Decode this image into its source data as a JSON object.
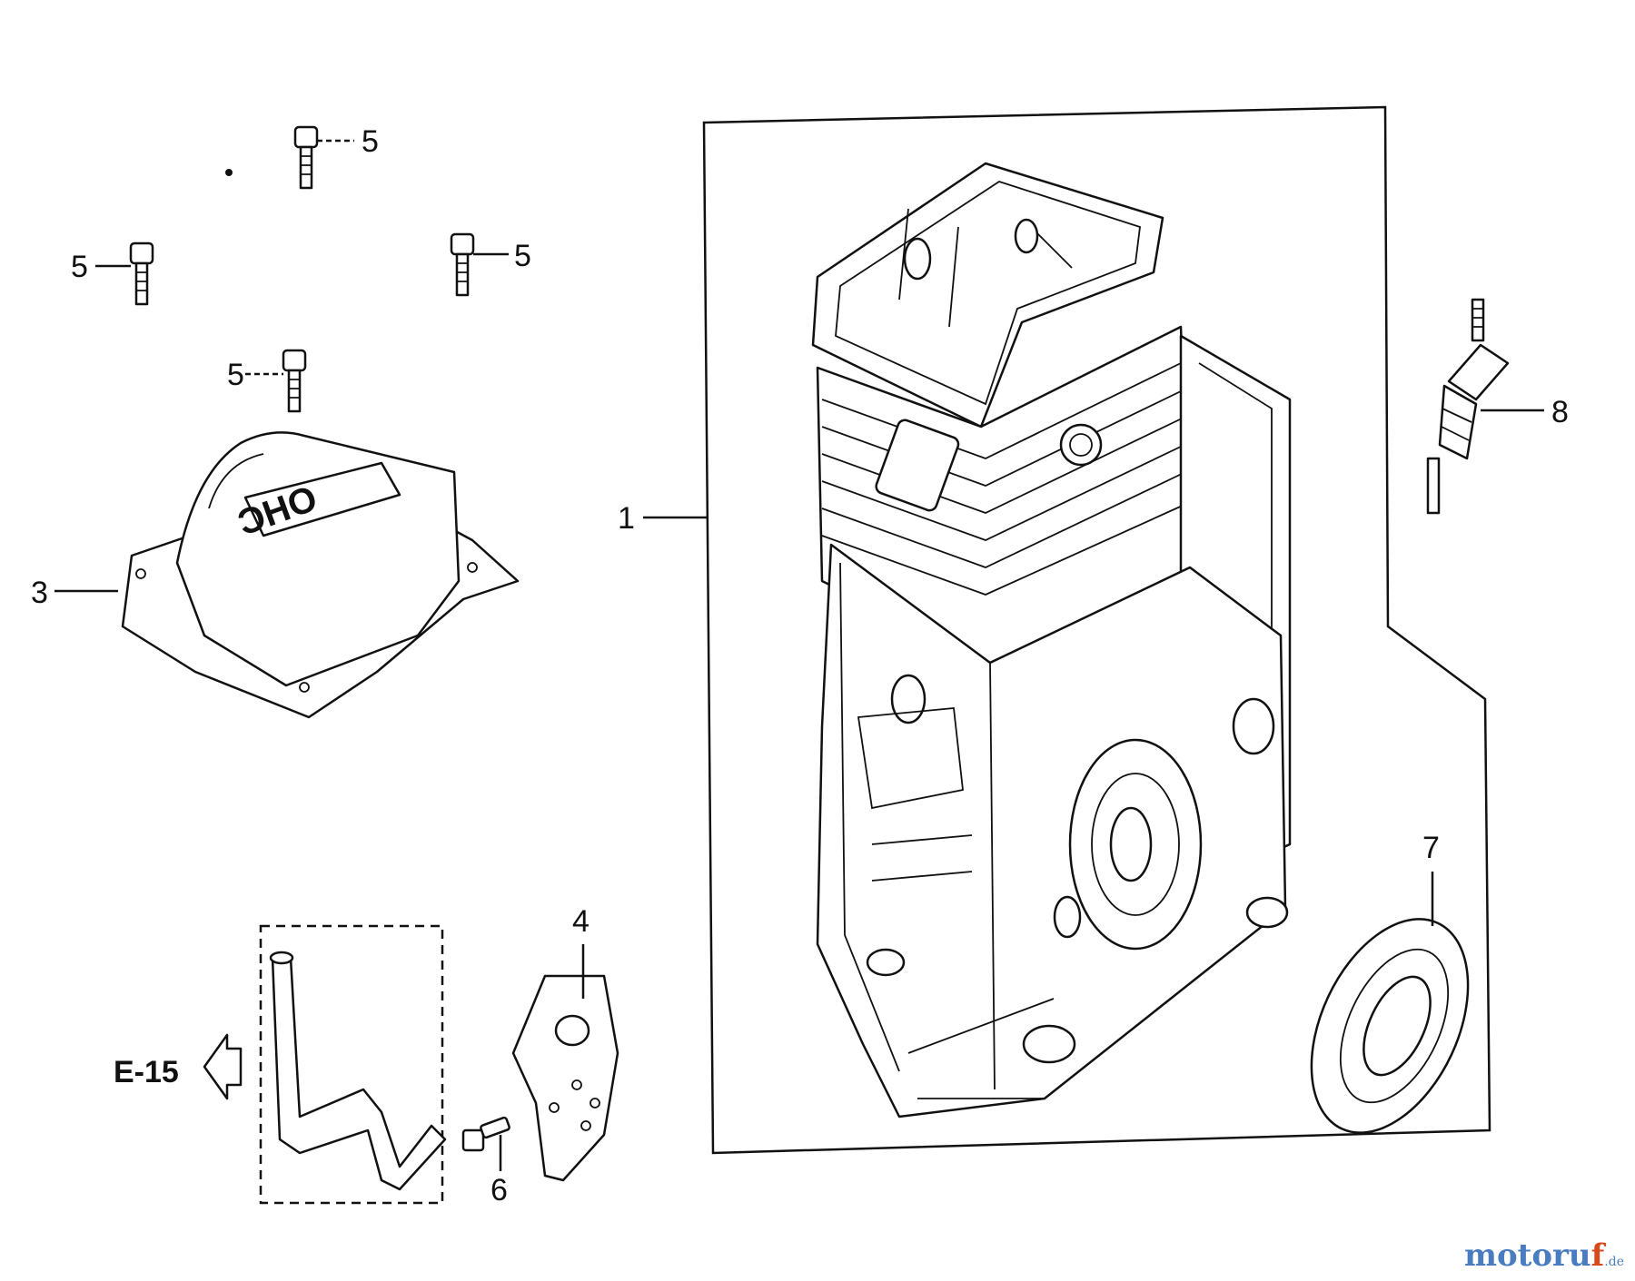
{
  "callouts": {
    "p1": "1",
    "p3": "3",
    "p4": "4",
    "p5a": "5",
    "p5b": "5",
    "p5c": "5",
    "p5d": "5",
    "p6": "6",
    "p7": "7",
    "p8": "8"
  },
  "cover_text": "OHC",
  "reference": "E-15",
  "watermark": {
    "main": "motoru",
    "accent": "f",
    "tld": ".de"
  }
}
